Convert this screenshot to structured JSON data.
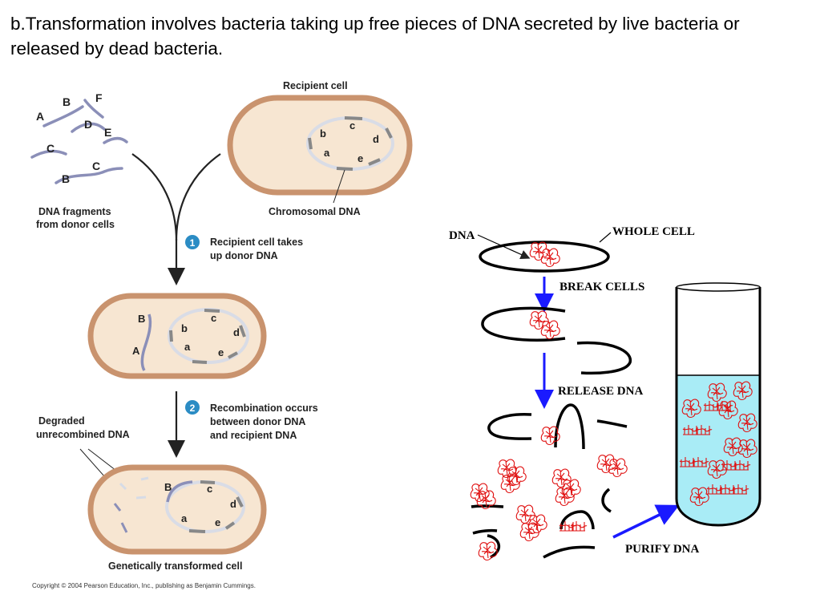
{
  "heading": "b.Transformation involves bacteria taking up free pieces of DNA secreted by live bacteria or released by dead bacteria.",
  "left_figure": {
    "recipient_cell": "Recipient cell",
    "chromosomal_dna": "Chromosomal DNA",
    "dna_fragments_line1": "DNA fragments",
    "dna_fragments_line2": "from donor cells",
    "fragment_letters": [
      "A",
      "B",
      "F",
      "D",
      "E",
      "C",
      "B",
      "C"
    ],
    "chromosome_letters": [
      "b",
      "c",
      "d",
      "a",
      "e"
    ],
    "step1": {
      "number": "1",
      "line1": "Recipient cell takes",
      "line2": "up donor DNA"
    },
    "cell2_donor_letters": [
      "B",
      "A"
    ],
    "step2": {
      "number": "2",
      "line1": "Recombination occurs",
      "line2": "between donor DNA",
      "line3": "and recipient DNA"
    },
    "degraded_line1": "Degraded",
    "degraded_line2": "unrecombined DNA",
    "cell3_letters": [
      "B",
      "c",
      "d",
      "a",
      "e"
    ],
    "transformed_cell": "Genetically transformed cell",
    "copyright": "Copyright © 2004 Pearson Education, Inc., publishing as Benjamin Cummings."
  },
  "right_figure": {
    "dna_label": "DNA",
    "whole_cell": "WHOLE CELL",
    "break_cells": "BREAK CELLS",
    "release_dna": "RELEASE DNA",
    "purify_dna": "PURIFY DNA"
  },
  "colors": {
    "cell_fill": "#f7e6d2",
    "cell_border": "#c9936e",
    "dna_strand": "#8b8fb8",
    "chromosome": "#d9dce6",
    "chromosome_dark": "#888888",
    "step_badge": "#2b8cc4",
    "arrow_blue": "#1a1aff",
    "dna_red": "#e01010",
    "tube_liquid": "#a9ecf6"
  }
}
